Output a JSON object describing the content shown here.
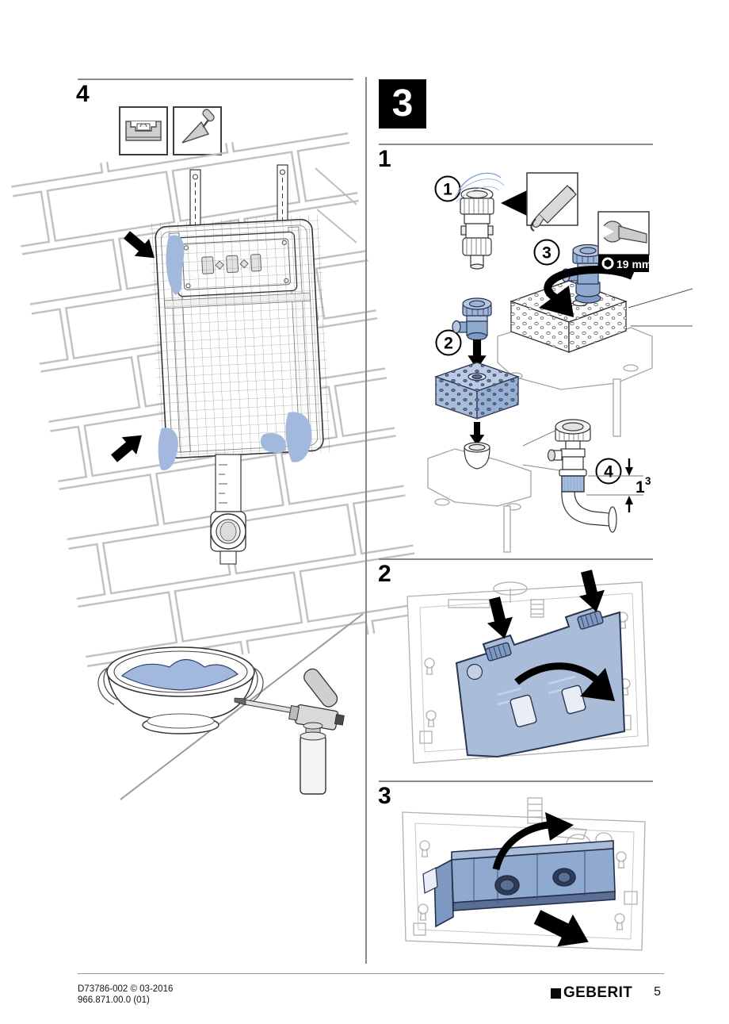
{
  "page_number": "5",
  "footer": {
    "doc_code": "D73786-002 © 03-2016",
    "article_code": "966.871.00.0 (01)",
    "brand": "GEBERIT"
  },
  "left": {
    "step": "4"
  },
  "right": {
    "section": "3",
    "step1": "1",
    "step2": "2",
    "step3": "3"
  },
  "callouts": {
    "c1": "1",
    "c2": "2",
    "c3": "3",
    "c4": "4"
  },
  "tools": {
    "wrench_size": "19 mm"
  },
  "dimension": {
    "base": "1",
    "exp": "3"
  },
  "colors": {
    "accent_blue": "#a9bdd9",
    "mortar_blue": "#a3b8dd",
    "outline_navy": "#2b3550",
    "frame_gray": "#b0b0b0",
    "black": "#000000"
  },
  "icons": {
    "level": "spirit-level-icon",
    "trowel": "trowel-icon",
    "grease": "grease-tube-icon",
    "wrench": "open-end-wrench-icon"
  }
}
